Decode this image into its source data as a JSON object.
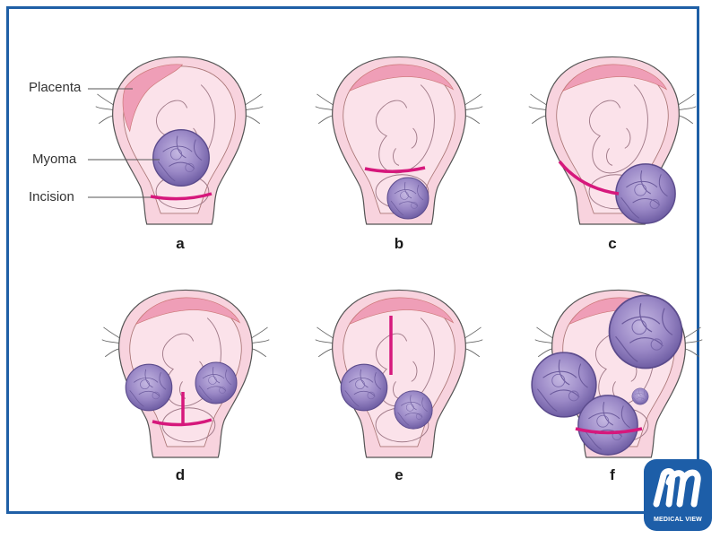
{
  "callouts": {
    "placenta": "Placenta",
    "myoma": "Myoma",
    "incision": "Incision"
  },
  "panels": [
    {
      "label": "a",
      "description": "Myoma on anterior wall; transverse incision below it"
    },
    {
      "label": "b",
      "description": "Myoma in lower segment; transverse incision above it"
    },
    {
      "label": "c",
      "description": "Lateral myoma; curved incision avoiding myoma"
    },
    {
      "label": "d",
      "description": "Two myomas; T-shaped incision between them"
    },
    {
      "label": "e",
      "description": "Two myomas; vertical incision in upper segment"
    },
    {
      "label": "f",
      "description": "Multiple myomas; transverse incision through lower myoma"
    }
  ],
  "logo": {
    "text": "MEDICAL VIEW",
    "glyph": "m"
  },
  "colors": {
    "frame": "#1f5fa6",
    "uterus": "#f8d3de",
    "placenta": "#ef9eb7",
    "myoma": "#9a88c6",
    "incision": "#d6187c",
    "logo": "#1d5ea8"
  }
}
